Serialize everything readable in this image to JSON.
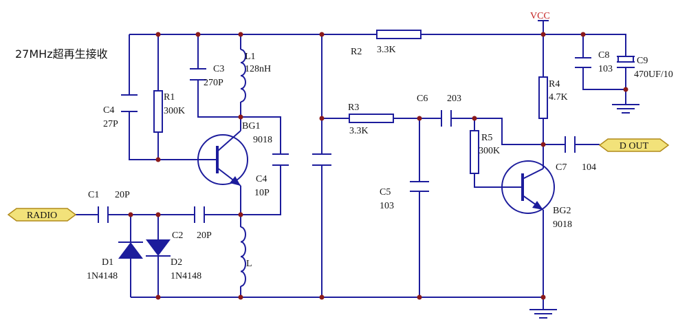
{
  "title": "27MHz超再生接收",
  "colors": {
    "wire": "#1c1c9c",
    "junction": "#8b1a1a",
    "port_fill": "#f2e27a",
    "port_stroke": "#b08a1a",
    "vcc_text": "#c21e1e"
  },
  "ports": {
    "radio": "RADIO",
    "dout": "D OUT"
  },
  "vcc": "VCC",
  "components": {
    "L1": {
      "ref": "L1",
      "value": "128nH"
    },
    "C3": {
      "ref": "C3",
      "value": "270P"
    },
    "C4a": {
      "ref": "C4",
      "value": "27P"
    },
    "R1": {
      "ref": "R1",
      "value": "300K"
    },
    "BG1": {
      "ref": "BG1",
      "value": "9018"
    },
    "C4b": {
      "ref": "C4",
      "value": "10P"
    },
    "C1": {
      "ref": "C1",
      "value": "20P"
    },
    "C2": {
      "ref": "C2",
      "value": "20P"
    },
    "D1": {
      "ref": "D1",
      "value": "1N4148"
    },
    "D2": {
      "ref": "D2",
      "value": "1N4148"
    },
    "L": {
      "ref": "L"
    },
    "R2": {
      "ref": "R2",
      "value": "3.3K"
    },
    "R3": {
      "ref": "R3",
      "value": "3.3K"
    },
    "C6": {
      "ref": "C6",
      "value": "203"
    },
    "C5": {
      "ref": "C5",
      "value": "103"
    },
    "R5": {
      "ref": "R5",
      "value": "300K"
    },
    "R4": {
      "ref": "R4",
      "value": "4.7K"
    },
    "C8": {
      "ref": "C8",
      "value": "103"
    },
    "C9": {
      "ref": "C9",
      "value": "470UF/10"
    },
    "C7": {
      "ref": "C7",
      "value": "104"
    },
    "BG2": {
      "ref": "BG2",
      "value": "9018"
    }
  }
}
